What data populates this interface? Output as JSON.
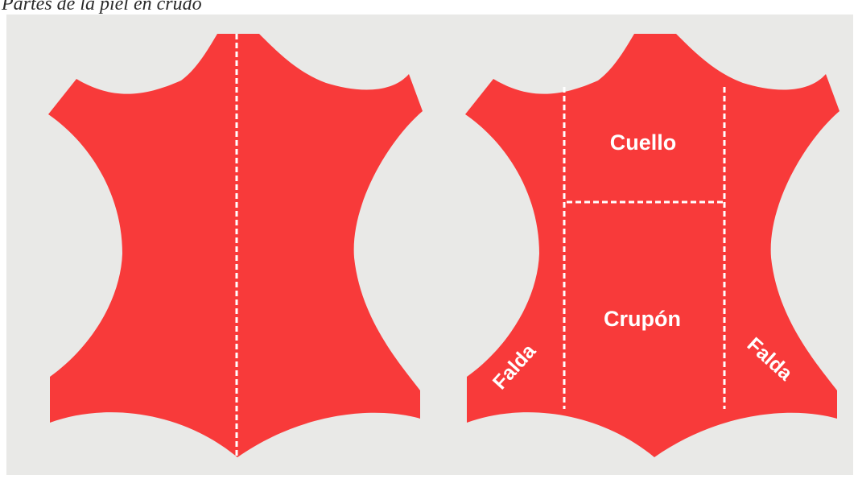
{
  "caption": "Partes de la piel en crudo",
  "colors": {
    "hide": "#f83a3a",
    "seam": "#ffffff",
    "background": "#e9e9e7"
  },
  "hides": [
    {
      "name": "whole-hide",
      "labels": []
    },
    {
      "name": "divided-hide",
      "labels": {
        "neck": "Cuello",
        "butt": "Crupón",
        "belly_left": "Falda",
        "belly_right": "Falda"
      }
    }
  ]
}
